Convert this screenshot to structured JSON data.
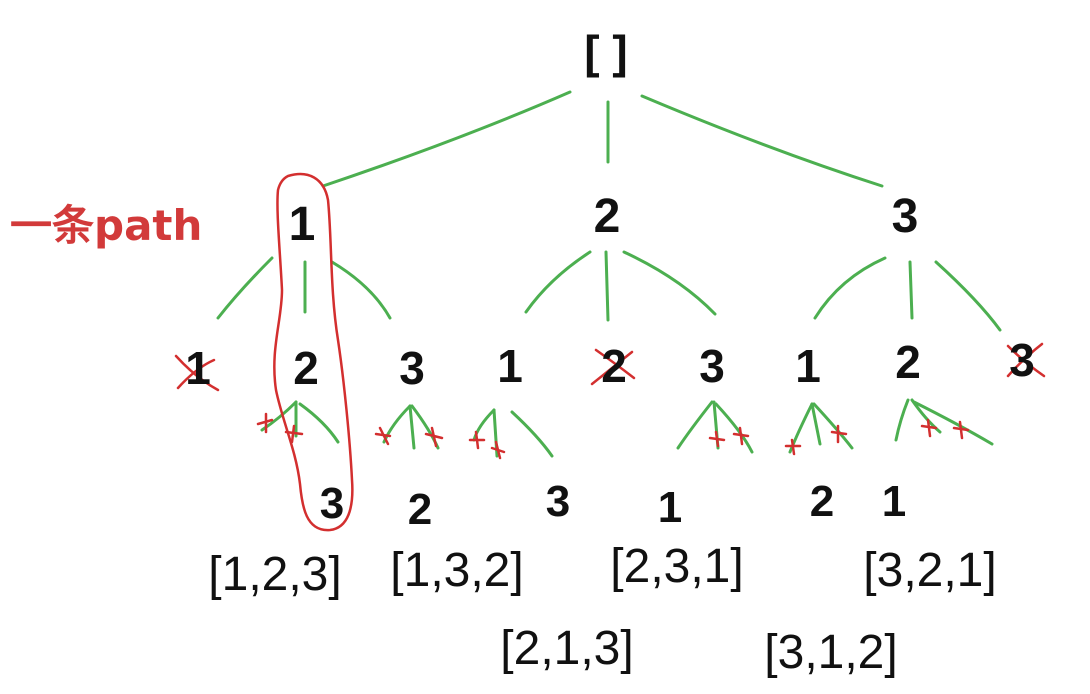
{
  "root": {
    "label": "[ ]"
  },
  "annotation": {
    "label": "一条path"
  },
  "level1": [
    "1",
    "2",
    "3"
  ],
  "level2": [
    "1",
    "2",
    "3",
    "1",
    "2",
    "3",
    "1",
    "2",
    "3"
  ],
  "leaves": [
    "3",
    "2",
    "3",
    "1",
    "2",
    "1"
  ],
  "results": [
    "[1,2,3]",
    "[1,3,2]",
    "[2,1,3]",
    "[2,3,1]",
    "[3,1,2]",
    "[3,2,1]"
  ],
  "colors": {
    "edge": "#4caf50",
    "prune": "#d32f2f",
    "text": "#111111",
    "annotation": "#d23a3a"
  }
}
